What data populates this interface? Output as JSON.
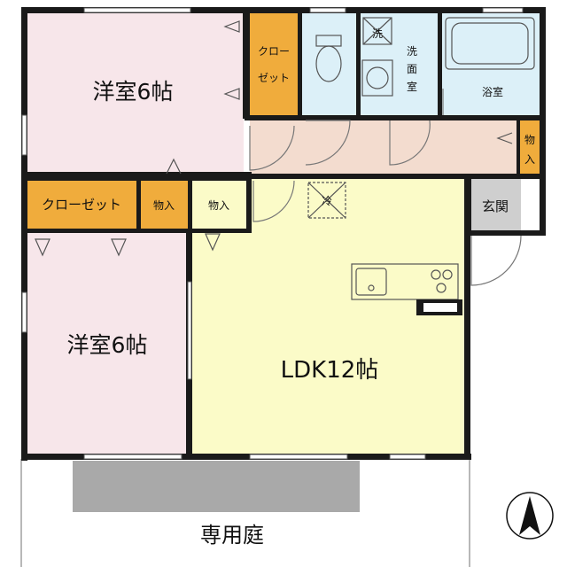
{
  "rooms": {
    "western_room_top": "洋室6帖",
    "closet_top": [
      "クロー",
      "ゼット"
    ],
    "washroom": [
      "洗",
      "面",
      "室"
    ],
    "bathroom": "浴室",
    "storage_hall": [
      "物",
      "入"
    ],
    "closet_left": "クローゼット",
    "storage_mid1": "物入",
    "storage_mid2": "物入",
    "entrance": "玄関",
    "western_room_bottom": "洋室6帖",
    "ldk": "LDK12帖",
    "garden": "専用庭",
    "washer_mark": "洗",
    "fridge_mark": "冷"
  },
  "colors": {
    "western_room": "#f7e6ea",
    "ldk": "#fbfbc8",
    "closet": "#f0ac3c",
    "wet_area": "#dcf0f8",
    "hallway": "#f3dccf",
    "entrance": "#cfcfcf",
    "terrace": "#a9a9a9"
  }
}
